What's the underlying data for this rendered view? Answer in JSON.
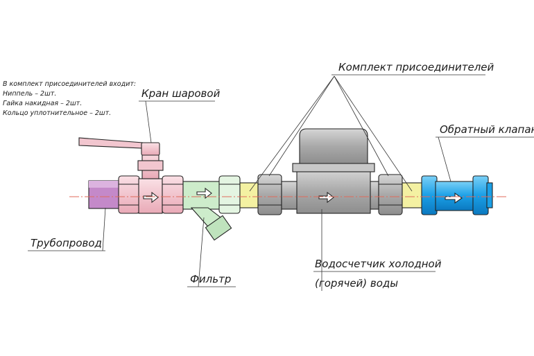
{
  "note": {
    "heading": "В комплект присоединителей входит:",
    "items": [
      "Ниппель – 2шт.",
      "Гайка накидная – 2шт.",
      "Кольцо уплотнительное – 2шт."
    ]
  },
  "labels": {
    "ball_valve": "Кран шаровой",
    "connector_kit": "Комплект присоединителей",
    "check_valve": "Обратный клапан",
    "pipeline": "Трубопровод",
    "filter": "Фильтр",
    "meter_line1": "Водосчетчик холодной",
    "meter_line2": "(горячей) воды"
  },
  "colors": {
    "pipe": "#c489c9",
    "valve": "#f2c6cf",
    "filter": "#cdeccb",
    "nipple": "#f4f1a2",
    "meter": "#b3b3b3",
    "check_valve": "#2ea9ea",
    "axis": "#e06a5a"
  }
}
